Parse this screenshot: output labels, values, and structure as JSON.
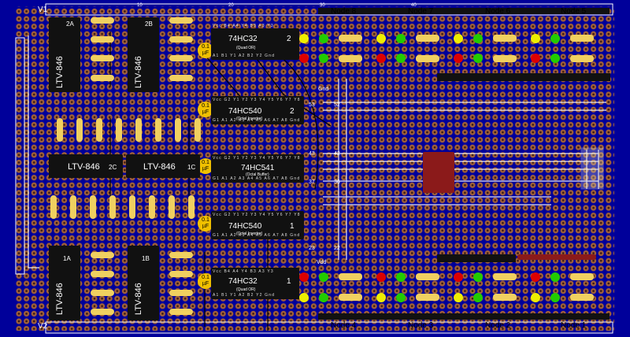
{
  "board": {
    "rail_top": "V1",
    "rail_bottom": "V2",
    "ruler": [
      "10",
      "20",
      "30",
      "40"
    ],
    "colors": {
      "background": "#00009a",
      "pad": "#a0603a",
      "chip": "#111111",
      "resistor": "#f0d060",
      "capacitor": "#f0c000",
      "led_red": "#dd0000",
      "led_green": "#22cc00",
      "led_yellow": "#eeee00",
      "relay": "#8b1a1a",
      "wire": "#ffffff"
    }
  },
  "nodes_top": [
    "Node 8",
    "Node 7",
    "Node 6",
    "Node 5"
  ],
  "nodes_bottom": [
    "Node 4",
    "Node 3",
    "Node 2",
    "Node 1"
  ],
  "chips": [
    {
      "name": "74HC32",
      "num": "2",
      "sub": "(Quad OR)",
      "top_pins": "Vcc B4 A4 Y4 B3 A3 Y3",
      "bot_pins": "A1 B1 Y1 A2 B2 Y2 Gnd"
    },
    {
      "name": "74HC540",
      "num": "2",
      "sub": "(Octal Inverter)",
      "top_pins": "Vcc G2 Y1 Y2 Y3 Y4 Y5 Y6 Y7 Y8",
      "bot_pins": "G1 A1 A2 A3 A4 A5 A6 A7 A8 Gnd"
    },
    {
      "name": "74HC541",
      "num": "",
      "sub": "(Octal Buffer)",
      "top_pins": "Vcc G2 Y1 Y2 Y3 Y4 Y5 Y6 Y7 Y8",
      "bot_pins": "G1 A1 A2 A3 A4 A5 A6 A7 A8 Gnd"
    },
    {
      "name": "74HC540",
      "num": "1",
      "sub": "(Octal Inverter)",
      "top_pins": "Vcc G2 Y1 Y2 Y3 Y4 Y5 Y6 Y7 Y8",
      "bot_pins": "G1 A1 A2 A3 A4 A5 A6 A7 A8 Gnd"
    },
    {
      "name": "74HC32",
      "num": "1",
      "sub": "(Quad OR)",
      "top_pins": "Vcc B4 A4 Y4 B3 A3 Y3",
      "bot_pins": "A1 B1 Y1 A2 B2 Y2 Gnd"
    }
  ],
  "optos": {
    "part": "LTV-846",
    "ids": [
      "2A",
      "2B",
      "2C",
      "1C",
      "1A",
      "1B"
    ]
  },
  "cap_value": "0.1",
  "cap_unit": "µF",
  "header": {
    "gnd": "Gnd",
    "vdd": "Vdd",
    "numbers": [
      "53",
      "52",
      "43",
      "42",
      "37",
      "36",
      "23",
      "22"
    ]
  }
}
